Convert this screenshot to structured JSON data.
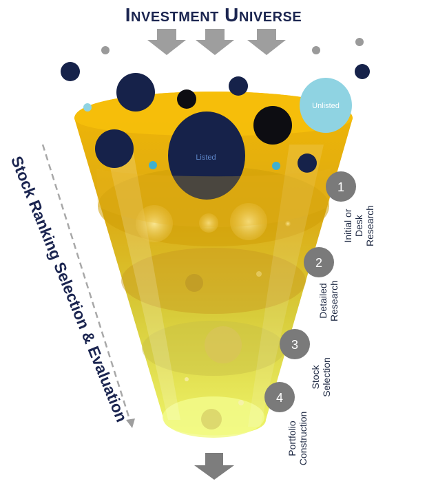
{
  "title": "Investment Universe",
  "side_label": "Stock Ranking Selection & Evaluation",
  "bubbles": {
    "listed": "Listed",
    "unlisted": "Unlisted"
  },
  "steps": [
    {
      "number": "1",
      "lines": [
        "Initial or",
        "Desk",
        "Research"
      ]
    },
    {
      "number": "2",
      "lines": [
        "Detailed",
        "Research"
      ]
    },
    {
      "number": "3",
      "lines": [
        "Stock",
        "Selection"
      ]
    },
    {
      "number": "4",
      "lines": [
        "Portfolio",
        "Construction"
      ]
    }
  ],
  "colors": {
    "navy": "#16224a",
    "funnel_top": "#f2b705",
    "funnel_bottom": "#eef56a",
    "unlisted": "#8fd3e2",
    "step_circle": "#7a7a7a",
    "arrow": "#9e9e9e"
  }
}
